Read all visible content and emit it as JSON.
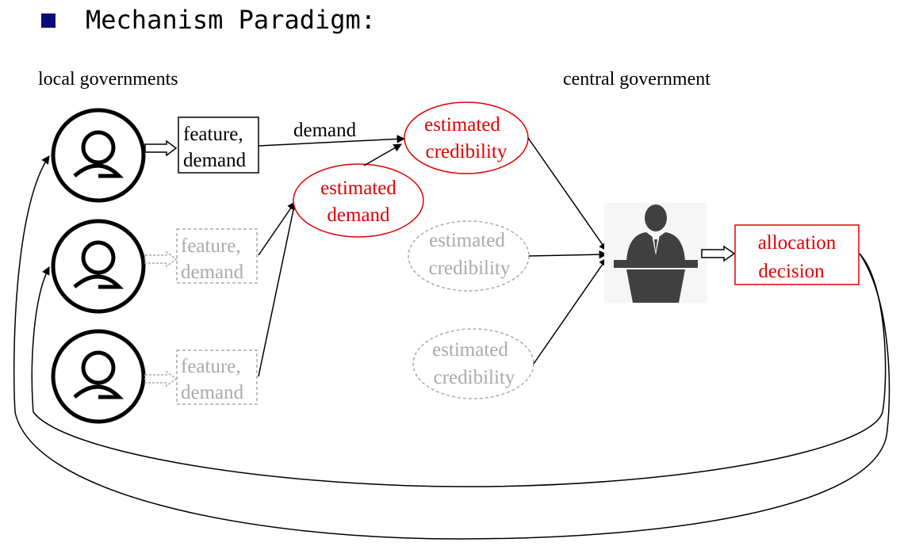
{
  "title": "Mechanism Paradigm:",
  "labels": {
    "local_governments": "local governments",
    "central_government": "central government",
    "demand_edge": "demand"
  },
  "boxes": [
    {
      "line1": "feature,",
      "line2": "demand",
      "state": "active"
    },
    {
      "line1": "feature,",
      "line2": "demand",
      "state": "inactive"
    },
    {
      "line1": "feature,",
      "line2": "demand",
      "state": "inactive"
    }
  ],
  "nodes": {
    "estimated_demand": {
      "line1": "estimated",
      "line2": "demand"
    },
    "credibility": [
      {
        "line1": "estimated",
        "line2": "credibility",
        "state": "active"
      },
      {
        "line1": "estimated",
        "line2": "credibility",
        "state": "inactive"
      },
      {
        "line1": "estimated",
        "line2": "credibility",
        "state": "inactive"
      }
    ]
  },
  "decision": {
    "line1": "allocation",
    "line2": "decision"
  },
  "colors": {
    "highlight": "#e00000",
    "inactive": "#aaaaaa",
    "line": "#000000",
    "bullet": "#0a0a7a",
    "icon": "#404040"
  }
}
